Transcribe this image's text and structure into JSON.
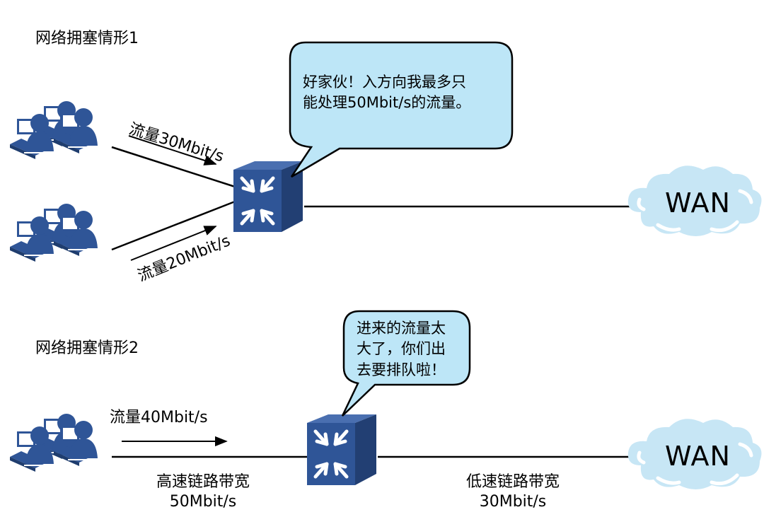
{
  "scenario1": {
    "title": "网络拥塞情形1",
    "flow_top": "流量30Mbit/s",
    "flow_bottom": "流量20Mbit/s",
    "speech": [
      "好家伙！入方向我最多只",
      "能处理50Mbit/s的流量。"
    ],
    "cloud_label": "WAN"
  },
  "scenario2": {
    "title": "网络拥塞情形2",
    "flow": "流量40Mbit/s",
    "speech": [
      "进来的流量太",
      "大了，你们出",
      "去要排队啦！"
    ],
    "cloud_label": "WAN",
    "link_left": [
      "高速链路带宽",
      "50Mbit/s"
    ],
    "link_right": [
      "低速链路带宽",
      "30Mbit/s"
    ]
  },
  "colors": {
    "router_front": "#2f5597",
    "router_side": "#223f73",
    "router_top": "#4a6fb0",
    "person": "#2f5597",
    "bubble_fill": "#bde6f7",
    "cloud_fill": "#c7e6f5",
    "line": "#000000"
  },
  "icons": [
    "user-group-icon",
    "router-icon",
    "cloud-icon",
    "arrow-icon",
    "speech-bubble-icon"
  ]
}
